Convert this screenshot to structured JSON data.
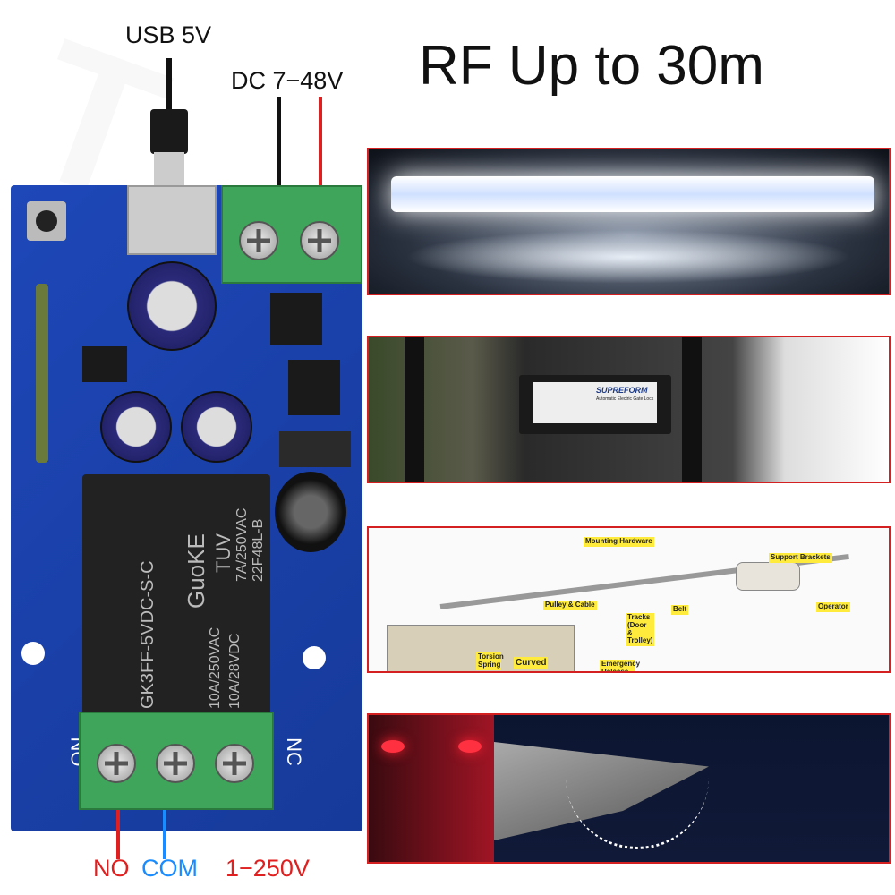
{
  "labels": {
    "usb": "USB 5V",
    "dc": "DC 7−48V",
    "title": "RF Up to 30m",
    "no": "NO",
    "com": "COM",
    "voltage": "1−250V"
  },
  "pcb": {
    "no": "NO",
    "nc": "NC",
    "relay": {
      "brand": "GuoKE",
      "model": "GK3FF-5VDC-S-C",
      "rating1": "10A/250VAC",
      "rating2": "10A/28VDC",
      "rating3": "7A/250VAC",
      "code": "22F48L-B",
      "cert": "TUV"
    }
  },
  "panels": {
    "gate_lock": {
      "brand": "SUPREFORM",
      "subtitle": "Automatic Electric Gate Lock"
    },
    "garage": {
      "labels": [
        "Mounting Hardware",
        "Support Brackets",
        "Pulley & Cable",
        "Belt",
        "Tracks (Door & Trolley)",
        "Operator",
        "Torsion Spring",
        "Emergency Release Rope",
        "Curved"
      ]
    }
  },
  "colors": {
    "red": "#e02020",
    "blue": "#1a8cff",
    "pcb": "#1e47b8",
    "terminal": "#3ea55a",
    "panel_border": "#d42020"
  }
}
